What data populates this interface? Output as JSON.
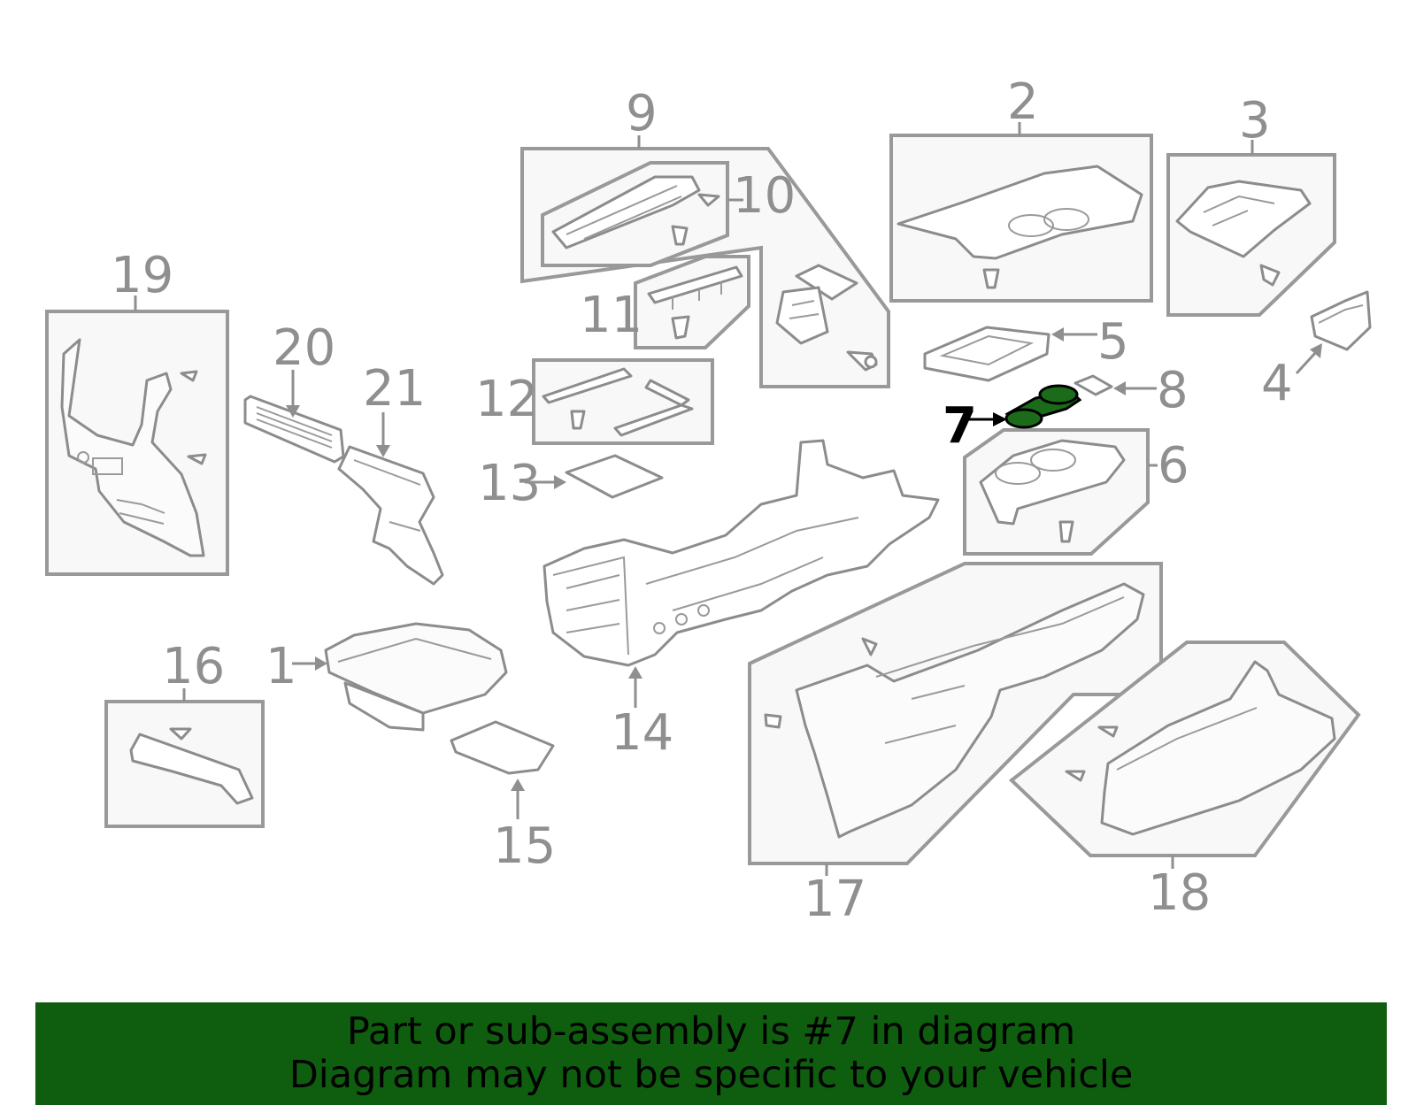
{
  "colors": {
    "banner_background": "#0f5e0f",
    "banner_text": "#000000",
    "outline": "#999999",
    "box_fill": "#f8f8f8",
    "highlight_part": "#1b6b1b",
    "highlight_callout": "#000000"
  },
  "diagram": {
    "highlighted_callout": "7",
    "callouts": {
      "c1": "1",
      "c2": "2",
      "c3": "3",
      "c4": "4",
      "c5": "5",
      "c6": "6",
      "c7": "7",
      "c8": "8",
      "c9": "9",
      "c10": "10",
      "c11": "11",
      "c12": "12",
      "c13": "13",
      "c14": "14",
      "c15": "15",
      "c16": "16",
      "c17": "17",
      "c18": "18",
      "c19": "19",
      "c20": "20",
      "c21": "21"
    }
  },
  "banner": {
    "line1": "Part or sub-assembly is #7 in diagram",
    "line2": "Diagram may not be specific to your vehicle"
  }
}
